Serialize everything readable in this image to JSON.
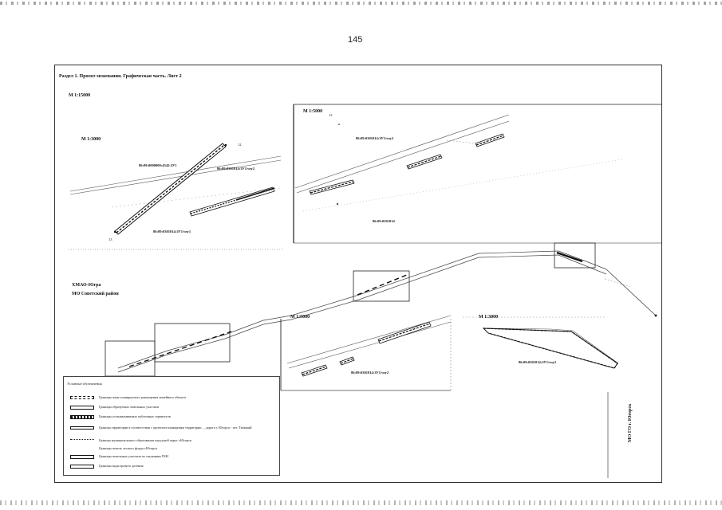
{
  "page": {
    "number": "145"
  },
  "sheet": {
    "title": "Раздел 1. Проект межевания. Графическая часть. Лист 2"
  },
  "scales": {
    "main": "М 1:15000",
    "inset_left": "М 1:3000",
    "inset_top": "М 1:5000",
    "inset_mid": "М 1:5000",
    "inset_right": "М 1:3000"
  },
  "region_labels": {
    "okrug": "ХМАО-Югра",
    "rayon": "МО Советский район",
    "city": "МО ГО г. Югорск"
  },
  "parcel_labels": {
    "p1": "86:09:0000000:4542:ЗУ1",
    "p2": "86:09:0301014:ЗУ1/чзу2",
    "p3": "86:09:0301014:ЗУ1/чзу1",
    "p4": "86:09:0301014:ЗУ1/чзу2",
    "p5": "86:09:0301014",
    "p6": "86:09:0301014:ЗУ1/чзу2",
    "p7": "86:09:0301014:ЗУ1/чзу2",
    "n12a": "12",
    "n12b": "12",
    "n13": "13"
  },
  "legend": {
    "title": "Условные обозначения",
    "items": [
      {
        "label": "Границы зоны планируемого размещения линейного объекта",
        "style": "dashed"
      },
      {
        "label": "Границы образуемых земельных участков",
        "style": "double"
      },
      {
        "label": "Границы устанавливаемых публичных сервитутов",
        "style": "hatched"
      },
      {
        "label": "Граница территории в соответствии с проектом планировки территории ... дорога г. Югорск - пгт. Таежный",
        "style": "red"
      },
      {
        "label": "Граница муниципального образования городской округ г.Югорск",
        "style": "dot"
      },
      {
        "label": "Границы земель лесного фонда г.Югорск",
        "style": "none"
      },
      {
        "label": "Границы земельных участков по сведениям ГКН",
        "style": "box"
      },
      {
        "label": "Границы кадастрового деления",
        "style": "double"
      }
    ]
  },
  "colors": {
    "ink": "#111111",
    "frame": "#333333",
    "paper": "#ffffff"
  }
}
